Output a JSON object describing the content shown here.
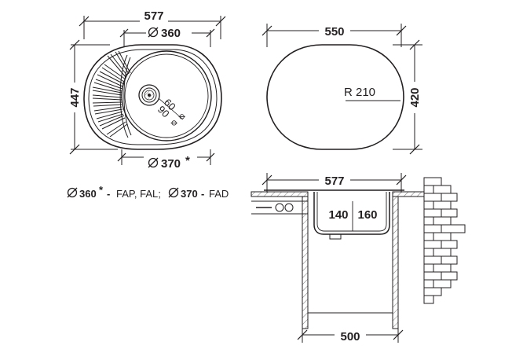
{
  "top_view": {
    "width_label": "577",
    "bowl_diameter_label": "360",
    "outer_diameter_label": "370",
    "outer_diameter_mark": "*",
    "depth_label": "447",
    "drain_label_1": "60",
    "drain_label_2": "90",
    "diameter_symbol": "⌀"
  },
  "cutout_view": {
    "width_label": "550",
    "depth_label": "420",
    "radius_label": "R 210"
  },
  "legend": {
    "line1_diameter": "360",
    "line1_mark": "*",
    "line1_sep": "-",
    "line1_models": "FAP, FAL;",
    "line2_diameter": "370",
    "line2_sep": "-",
    "line2_models": "FAD"
  },
  "section_view": {
    "top_width_label": "577",
    "bowl_depth_1": "140",
    "bowl_depth_2": "160",
    "cabinet_width_label": "500"
  }
}
